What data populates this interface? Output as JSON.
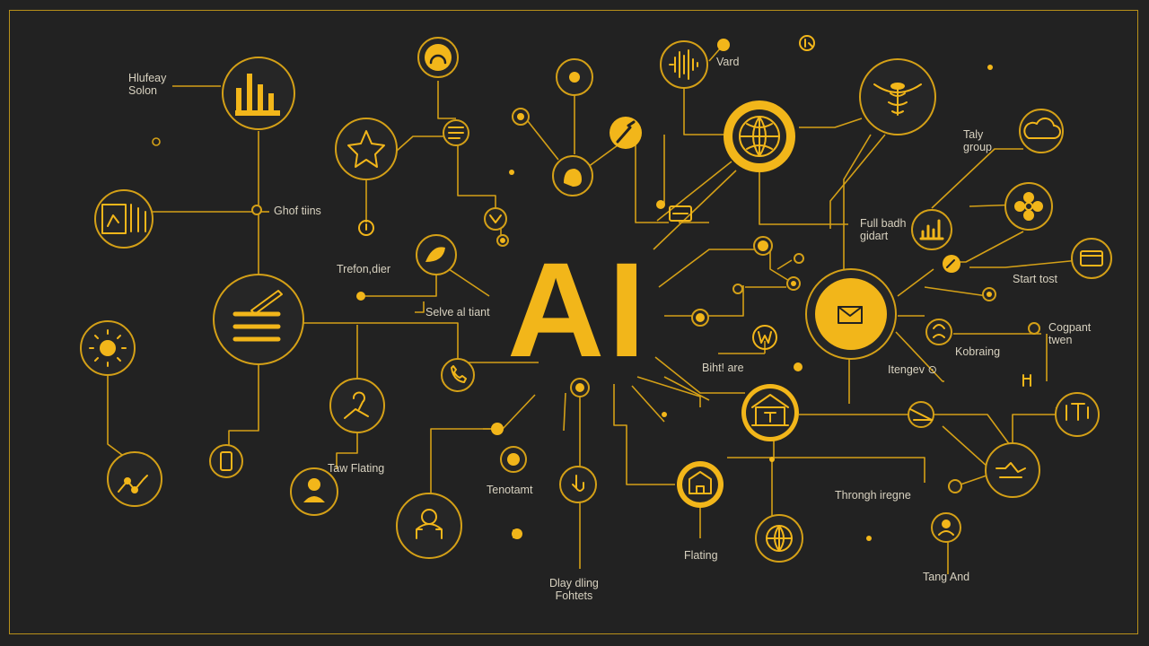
{
  "title": "AI",
  "colors": {
    "background": "#222222",
    "accent": "#f2b61a",
    "line": "#d4a017",
    "ring_fill": "#262626",
    "label_text": "#d8d2c0"
  },
  "labels": {
    "histogram_solon": "Hlufeay\nSolon",
    "ghof_tins": "Ghof tiins",
    "trefondier": "Trefon,dier",
    "selve_ai_tiant": "Selve al tiant",
    "taw_flating": "Taw Flating",
    "tenotamt": "Tenotamt",
    "day_fohtets": "Dlay dling\nFohtets",
    "flating": "Flating",
    "vard": "Vard",
    "taly_group": "Taly\ngroup",
    "full_bach_gidart": "Full badh\ngidart",
    "start_tost": "Start tost",
    "cogpant_twen": "Cogpant\ntwen",
    "kobraing": "Kobraing",
    "tengev": "Itengev ⊙",
    "bibl_are": "Biht! are",
    "throngh_iregne": "Throngh iregne",
    "tang_and": "Tang And"
  },
  "icons": {
    "bar_chart": "bar-chart-icon",
    "dashboard": "dashboard-icon",
    "star": "star-icon",
    "document": "document-icon",
    "headphones": "headphones-icon",
    "soundwave": "soundwave-icon",
    "bulb": "bulb-icon",
    "brain": "brain-icon",
    "wrench": "wrench-icon",
    "globe": "globe-icon",
    "drone": "drone-icon",
    "cloud": "cloud-icon",
    "flower": "flower-icon",
    "growth_chart": "growth-chart-icon",
    "card": "card-icon",
    "envelope": "envelope-icon",
    "pen_stack": "pen-stack-icon",
    "sun": "sun-icon",
    "network": "network-icon",
    "phone": "phone-icon",
    "map_pin": "map-pin-icon",
    "user": "user-icon",
    "person_robot": "person-robot-icon",
    "mobile": "mobile-icon",
    "touch": "touch-icon",
    "building": "building-icon",
    "home_house": "house-icon",
    "globe_small": "globe-small-icon",
    "board": "board-icon",
    "tools": "tools-icon",
    "dish": "dish-icon",
    "chart_up": "chart-up-icon",
    "leaf": "leaf-icon",
    "person_small": "person-small-icon",
    "gear": "gear-icon",
    "face": "face-icon",
    "letter_w": "letter-w-icon"
  }
}
